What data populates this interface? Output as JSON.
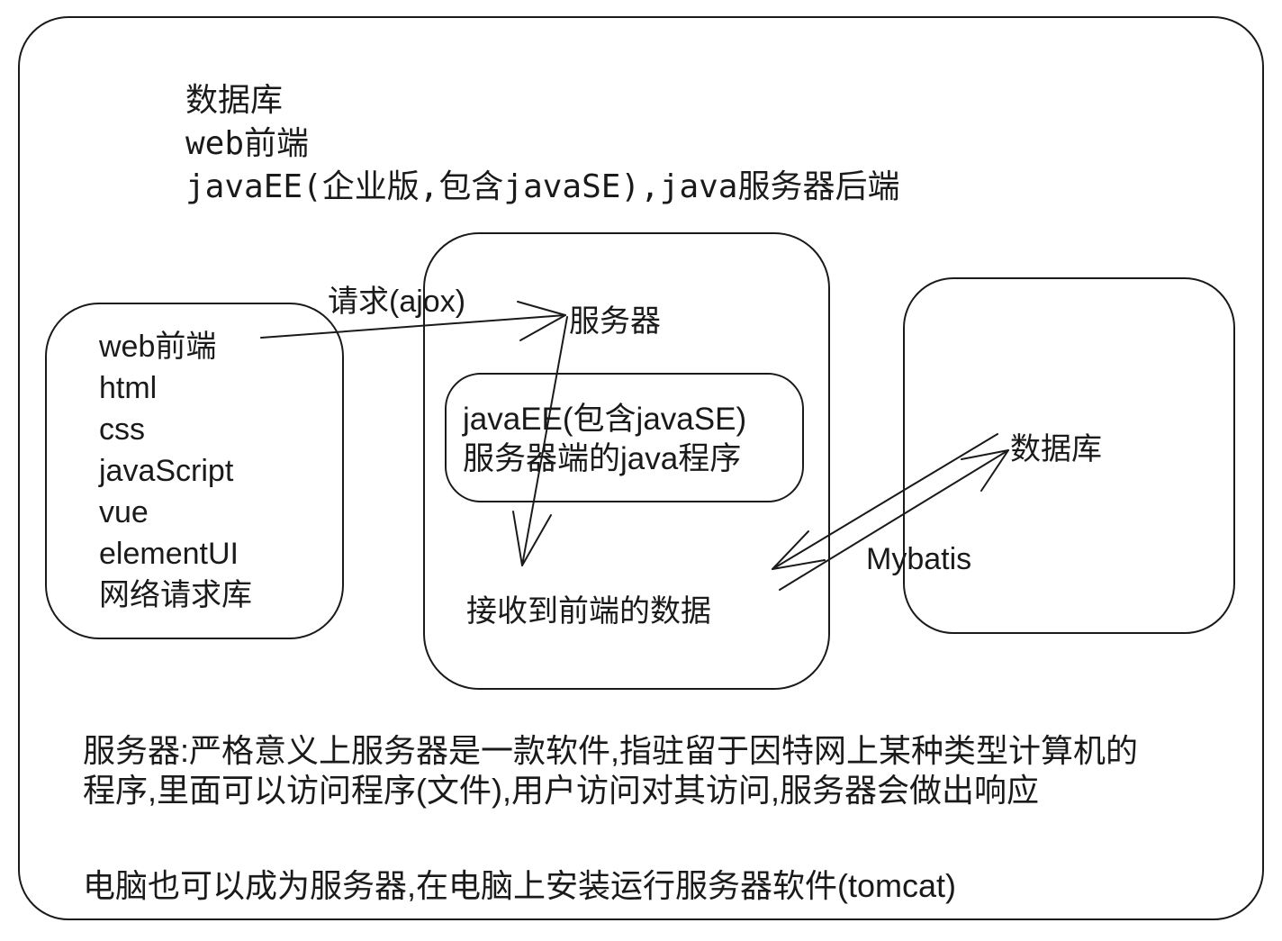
{
  "heading": {
    "line1": "数据库",
    "line2": "web前端",
    "line3": "javaEE(企业版,包含javaSE),java服务器后端"
  },
  "web_box": {
    "items": [
      "web前端",
      "html",
      "css",
      "javaScript",
      "vue",
      "elementUI",
      "网络请求库"
    ]
  },
  "request_label": "请求(ajox)",
  "server_box": {
    "title": "服务器",
    "inner_line1": "javaEE(包含javaSE)",
    "inner_line2": "服务器端的java程序",
    "receive_label": "接收到前端的数据"
  },
  "db_box": {
    "title": "数据库"
  },
  "mybatis_label": "Mybatis",
  "notes": {
    "line1": "服务器:严格意义上服务器是一款软件,指驻留于因特网上某种类型计算机的",
    "line2": "程序,里面可以访问程序(文件),用户访问对其访问,服务器会做出响应",
    "line3": "电脑也可以成为服务器,在电脑上安装运行服务器软件(tomcat)"
  }
}
